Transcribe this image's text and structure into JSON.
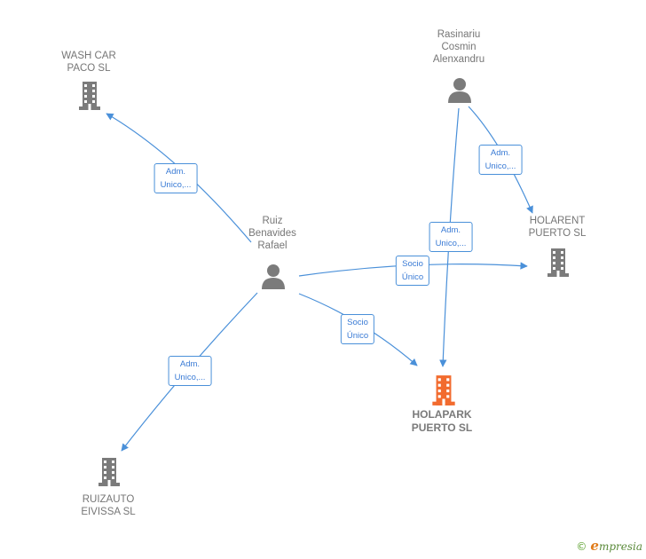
{
  "nodes": {
    "wash_car": {
      "lines": [
        "WASH CAR",
        "PACO  SL"
      ],
      "kind": "company"
    },
    "rasinariu": {
      "lines": [
        "Rasinariu",
        "Cosmin",
        "Alenxandru"
      ],
      "kind": "person"
    },
    "ruiz": {
      "lines": [
        "Ruiz",
        "Benavides",
        "Rafael"
      ],
      "kind": "person"
    },
    "holarent": {
      "lines": [
        "HOLARENT",
        "PUERTO  SL"
      ],
      "kind": "company"
    },
    "holapark": {
      "lines": [
        "HOLAPARK",
        "PUERTO  SL"
      ],
      "kind": "company-focus"
    },
    "ruizauto": {
      "lines": [
        "RUIZAUTO",
        "EIVISSA  SL"
      ],
      "kind": "company"
    }
  },
  "edge_labels": {
    "ruiz_washcar": [
      "Adm.",
      "Unico,..."
    ],
    "ruiz_holarent": [
      "Socio",
      "Único"
    ],
    "ruiz_holapark": [
      "Socio",
      "Único"
    ],
    "ruiz_ruizauto": [
      "Adm.",
      "Unico,..."
    ],
    "ras_holarent": [
      "Adm.",
      "Unico,..."
    ],
    "ras_holapark": [
      "Adm.",
      "Unico,..."
    ]
  },
  "colors": {
    "edge": "#4a90d9",
    "company_icon": "#7b7b7b",
    "focus_icon": "#f26b2e",
    "person_icon": "#7b7b7b"
  },
  "brand": {
    "copyright": "©",
    "initial": "e",
    "name": "mpresia"
  }
}
